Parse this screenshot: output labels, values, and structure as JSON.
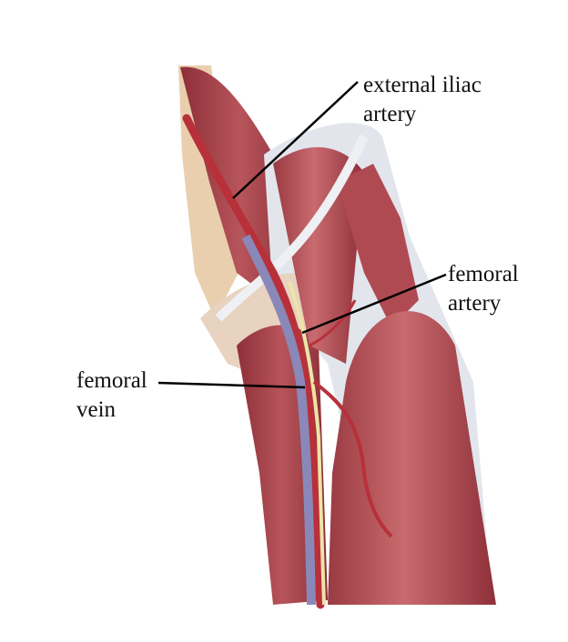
{
  "labels": {
    "external_iliac_artery": {
      "line1": "external iliac",
      "line2": "artery"
    },
    "femoral_artery": {
      "line1": "femoral",
      "line2": "artery"
    },
    "femoral_vein": {
      "line1": "femoral",
      "line2": "vein"
    }
  },
  "colors": {
    "muscle": "#a8434b",
    "artery": "#b8303a",
    "vein": "#8a88b8",
    "nerve": "#e8e0a0",
    "fascia": "#dfe3ea",
    "bone": "#e8c9a8",
    "leader_line": "#000000"
  }
}
